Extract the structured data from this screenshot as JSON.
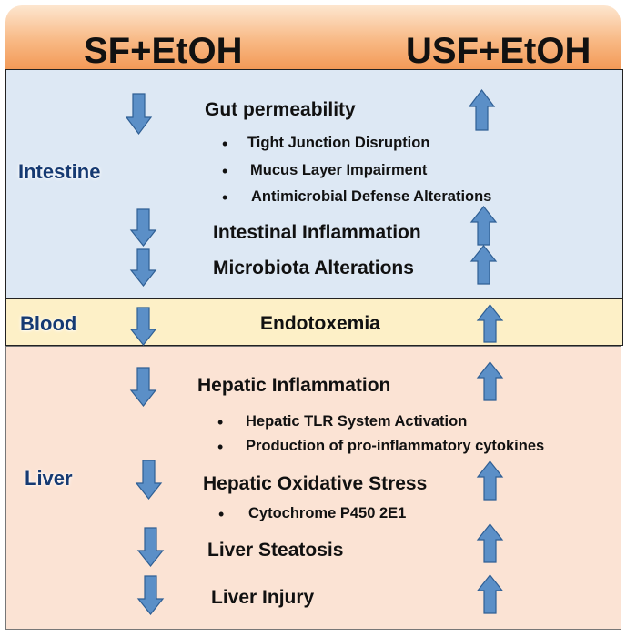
{
  "header": {
    "left_title": "SF+EtOH",
    "right_title": "USF+EtOH"
  },
  "sections": {
    "intestine": "Intestine",
    "blood": "Blood",
    "liver": "Liver"
  },
  "items": {
    "gut_permeability": "Gut permeability",
    "tight_junction": "Tight Junction Disruption",
    "mucus_layer": "Mucus  Layer Impairment",
    "antimicrobial": "Antimicrobial Defense Alterations",
    "intestinal_inflammation": "Intestinal Inflammation",
    "microbiota": "Microbiota Alterations",
    "endotoxemia": "Endotoxemia",
    "hepatic_inflammation": "Hepatic Inflammation",
    "hepatic_tlr": "Hepatic TLR System Activation",
    "cytokines": "Production of pro-inflammatory cytokines",
    "oxidative_stress": "Hepatic Oxidative Stress",
    "cyp": "Cytochrome P450 2E1",
    "steatosis": "Liver Steatosis",
    "injury": "Liver Injury"
  },
  "bullet_symbol": "•",
  "colors": {
    "arrow_fill": "#5b8fc7",
    "arrow_stroke": "#2f5f94",
    "intestine_bg": "#dde8f4",
    "blood_bg": "#fdf0c7",
    "liver_bg": "#fbe3d4",
    "section_label": "#163a72"
  },
  "arrow_icons": {
    "left_column": "arrow-down-icon",
    "right_column": "arrow-up-icon"
  }
}
